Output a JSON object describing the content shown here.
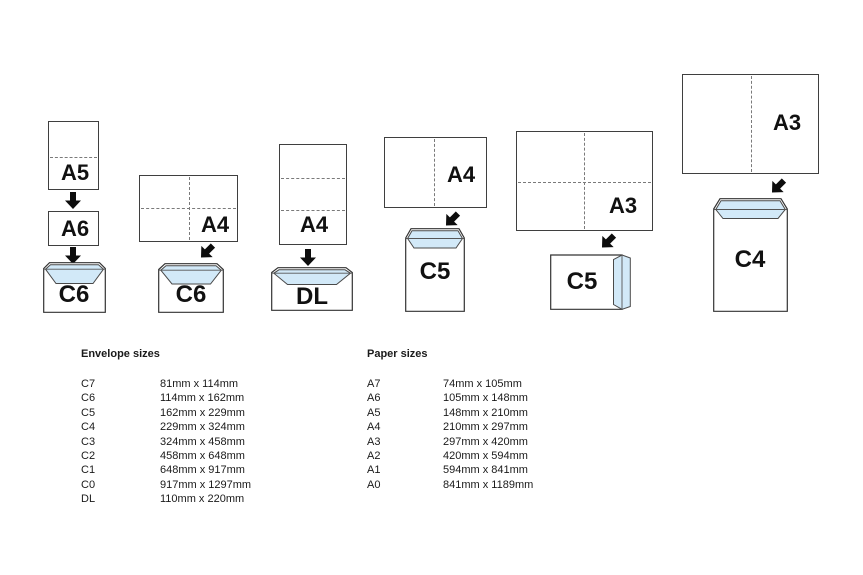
{
  "colors": {
    "flap_blue": "#d2e9f8",
    "shape_outline": "#3a3a3a",
    "fold_dash": "#7a7a7a",
    "arrow_black": "#0d0d0d",
    "text": "#1a1a1a"
  },
  "diagram": {
    "groups": [
      {
        "papers": [
          {
            "label": "A5"
          },
          {
            "label": "A6"
          }
        ],
        "envelope": {
          "label": "C6"
        }
      },
      {
        "papers": [
          {
            "label": "A4"
          }
        ],
        "envelope": {
          "label": "C6"
        }
      },
      {
        "papers": [
          {
            "label": "A4"
          }
        ],
        "envelope": {
          "label": "DL"
        }
      },
      {
        "papers": [
          {
            "label": "A4"
          }
        ],
        "envelope": {
          "label": "C5"
        }
      },
      {
        "papers": [
          {
            "label": "A3"
          }
        ],
        "envelope": {
          "label": "C5"
        }
      },
      {
        "papers": [
          {
            "label": "A3"
          }
        ],
        "envelope": {
          "label": "C4"
        }
      }
    ]
  },
  "tables": {
    "envelope": {
      "title": "Envelope sizes",
      "rows": [
        {
          "name": "C7",
          "size": "81mm x 114mm"
        },
        {
          "name": "C6",
          "size": "114mm x 162mm"
        },
        {
          "name": "C5",
          "size": "162mm x 229mm"
        },
        {
          "name": "C4",
          "size": "229mm x 324mm"
        },
        {
          "name": "C3",
          "size": "324mm x 458mm"
        },
        {
          "name": "C2",
          "size": "458mm x 648mm"
        },
        {
          "name": "C1",
          "size": "648mm x 917mm"
        },
        {
          "name": "C0",
          "size": "917mm x 1297mm"
        },
        {
          "name": "DL",
          "size": "110mm x 220mm"
        }
      ]
    },
    "paper": {
      "title": "Paper sizes",
      "rows": [
        {
          "name": "A7",
          "size": "74mm x 105mm"
        },
        {
          "name": "A6",
          "size": "105mm x 148mm"
        },
        {
          "name": "A5",
          "size": "148mm x 210mm"
        },
        {
          "name": "A4",
          "size": "210mm x 297mm"
        },
        {
          "name": "A3",
          "size": "297mm x 420mm"
        },
        {
          "name": "A2",
          "size": "420mm x 594mm"
        },
        {
          "name": "A1",
          "size": "594mm x 841mm"
        },
        {
          "name": "A0",
          "size": "841mm x 1189mm"
        }
      ]
    }
  }
}
